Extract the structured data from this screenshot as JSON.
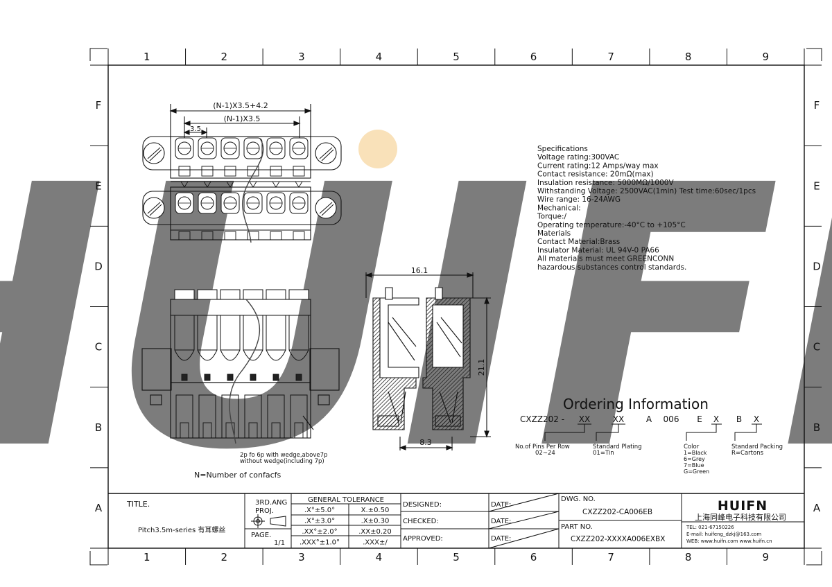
{
  "grid": {
    "columns": [
      "1",
      "2",
      "3",
      "4",
      "5",
      "6",
      "7",
      "8",
      "9"
    ],
    "rows": [
      "F",
      "E",
      "D",
      "C",
      "B",
      "A"
    ]
  },
  "watermark": {
    "text": "HUIFN",
    "color": "#c9d2e6",
    "dot_color": "#f8d9a8"
  },
  "dimensions": {
    "overall_width": "(N-1)X3.5+4.2",
    "pitch_span": "(N-1)X3.5",
    "pitch": "3.5",
    "side_width": "16.1",
    "side_height": "21.1",
    "side_bottom": "8.3"
  },
  "notes": {
    "wedge_line1": "2p fo 6p with wedge,above7p",
    "wedge_line2": "without wedge(including 7p)",
    "contacts": "N=Number of confacfs"
  },
  "specifications": {
    "lines": [
      "Specifications",
      "Voltage rating:300VAC",
      "Current rating:12 Amps/way max",
      "Contact resistance: 20mΩ(max)",
      "Insulation resistance: 5000MΩ/1000V",
      "Withstanding Voltage: 2500VAC(1min) Test time:60sec/1pcs",
      "Wire range: 16-24AWG",
      "Mechanical:",
      "Torque:/",
      "Operating temperature:-40°C to +105°C",
      "Materials",
      "Contact Material:Brass",
      "Insulator Material: UL 94V-0 PA66",
      "All materials must meet GREENCONN",
      "hazardous substances control standards."
    ]
  },
  "ordering": {
    "title": "Ordering Information",
    "code_prefix": "CXZZ202 -",
    "code_parts": [
      "XX",
      "XX",
      "A",
      "006",
      "E",
      "X",
      "B",
      "X"
    ],
    "pins_label": "No.of Pins Per Row",
    "pins_range": "02~24",
    "plating_label": "Standard Plating",
    "plating_value": "01=Tin",
    "color_label": "Color",
    "color_options": [
      "1=Black",
      "6=Grey",
      "7=Blue",
      "G=Green"
    ],
    "packing_label": "Standard Packing",
    "packing_value": "R=Cartons"
  },
  "title_block": {
    "title_label": "TITLE.",
    "title_value": "Pitch3.5m-series 有耳螺丝",
    "projection_line1": "3RD.ANG",
    "projection_line2": "PROJ.",
    "page_label": "PAGE.",
    "page_value": "1/1",
    "tolerance_header": "GENERAL  TOLERANCE",
    "tolerance_rows": [
      [
        ".X°±5.0°",
        "X.±0.50"
      ],
      [
        ".X°±3.0°",
        ".X±0.30"
      ],
      [
        ".XX°±2.0°",
        ".XX±0.20"
      ],
      [
        ".XXX°±1.0°",
        ".XXX±/"
      ]
    ],
    "designed": "DESIGNED:",
    "checked": "CHECKED:",
    "approved": "APPROVED:",
    "date": "DATE:",
    "dwg_label": "DWG. NO.",
    "dwg_value": "CXZZ202-CA006EB",
    "part_label": "PART NO.",
    "part_value": "CXZZ202-XXXXA006EXBX",
    "logo_text": "HUIFN",
    "company_name": "上海同峰电子科技有限公司",
    "tel": "TEL: 021-67150226",
    "email": "E-mail: huifeng_dzkj@163.com",
    "web": "WEB: www.huifn.com  www.huifn.cn"
  }
}
